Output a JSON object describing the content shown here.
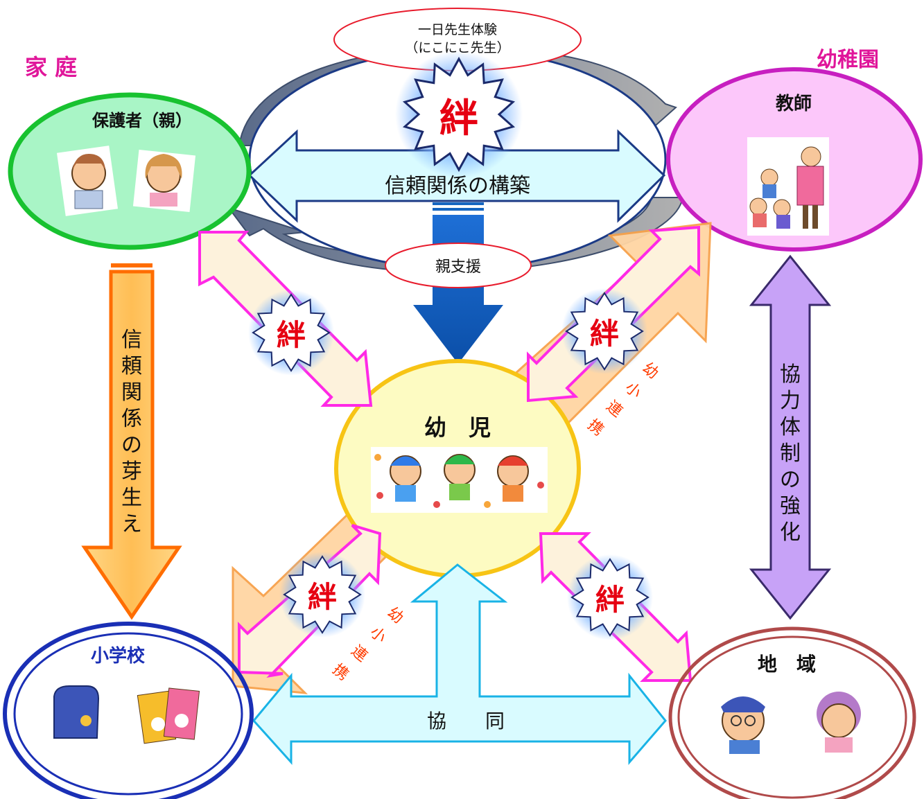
{
  "groups": {
    "home": "家 庭",
    "kindergarten": "幼稚園"
  },
  "nodes": {
    "parents": "保護者（親）",
    "teacher": "教師",
    "child": "幼　児",
    "school": "小学校",
    "community": "地　域"
  },
  "labels": {
    "one_day_teacher_line1": "一日先生体験",
    "one_day_teacher_line2": "（にこにこ先生）",
    "trust_building": "信頼関係の構築",
    "parent_support": "親支援",
    "trust_sprouts": "信頼関係の芽生え",
    "cooperation": "協力体制の強化",
    "joint": "協　　同",
    "kindergarten_school_link": "幼小連携"
  },
  "bond": "絆",
  "colors": {
    "parents_fill": "#a9f5c6",
    "parents_stroke": "#18c230",
    "teacher_fill": "#fcc7fa",
    "teacher_stroke": "#c71fc0",
    "child_fill": "#fdfbc2",
    "child_stroke": "#f7c415",
    "school_stroke": "#1a2fb5",
    "community_stroke": "#b04a4a",
    "group_label": "#e0169a",
    "bond_text": "#e60012",
    "link_text": "#ff3c00"
  }
}
